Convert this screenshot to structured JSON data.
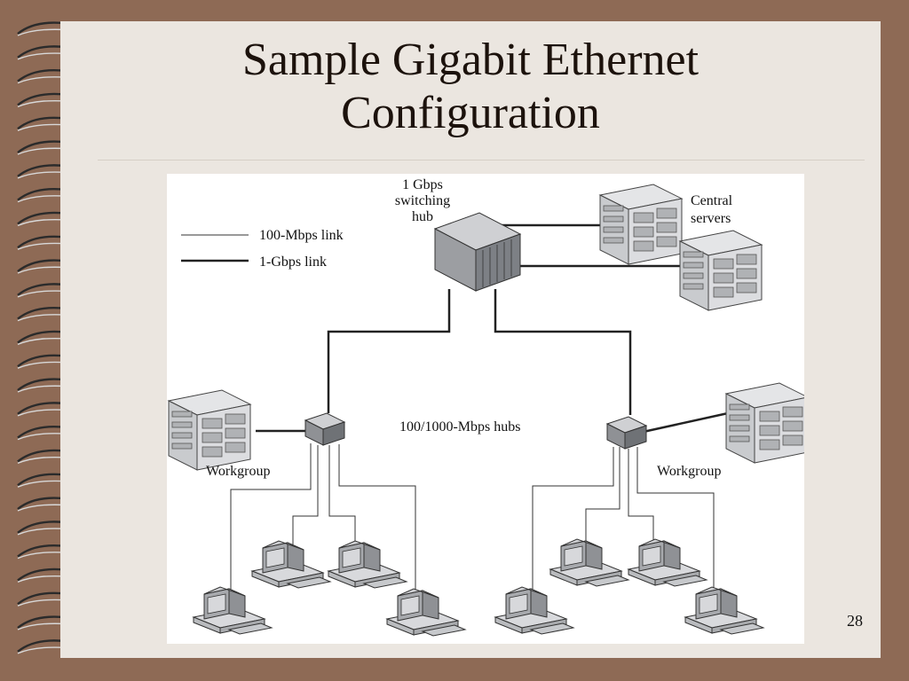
{
  "slide": {
    "title_line1": "Sample Gigabit Ethernet",
    "title_line2": "Configuration",
    "page_number": "28"
  },
  "diagram": {
    "switch_label": [
      "1 Gbps",
      "switching",
      "hub"
    ],
    "servers_label": [
      "Central",
      "servers"
    ],
    "legend": {
      "thin": "100-Mbps link",
      "thick": "1-Gbps link"
    },
    "hubs_label": "100/1000-Mbps hubs",
    "workgroup_left": "Workgroup",
    "workgroup_right": "Workgroup"
  },
  "colors": {
    "frame": "#8e6a55",
    "page": "#ebe6e0",
    "title_text": "#1c120c",
    "device_body": "#b6b8bc"
  }
}
